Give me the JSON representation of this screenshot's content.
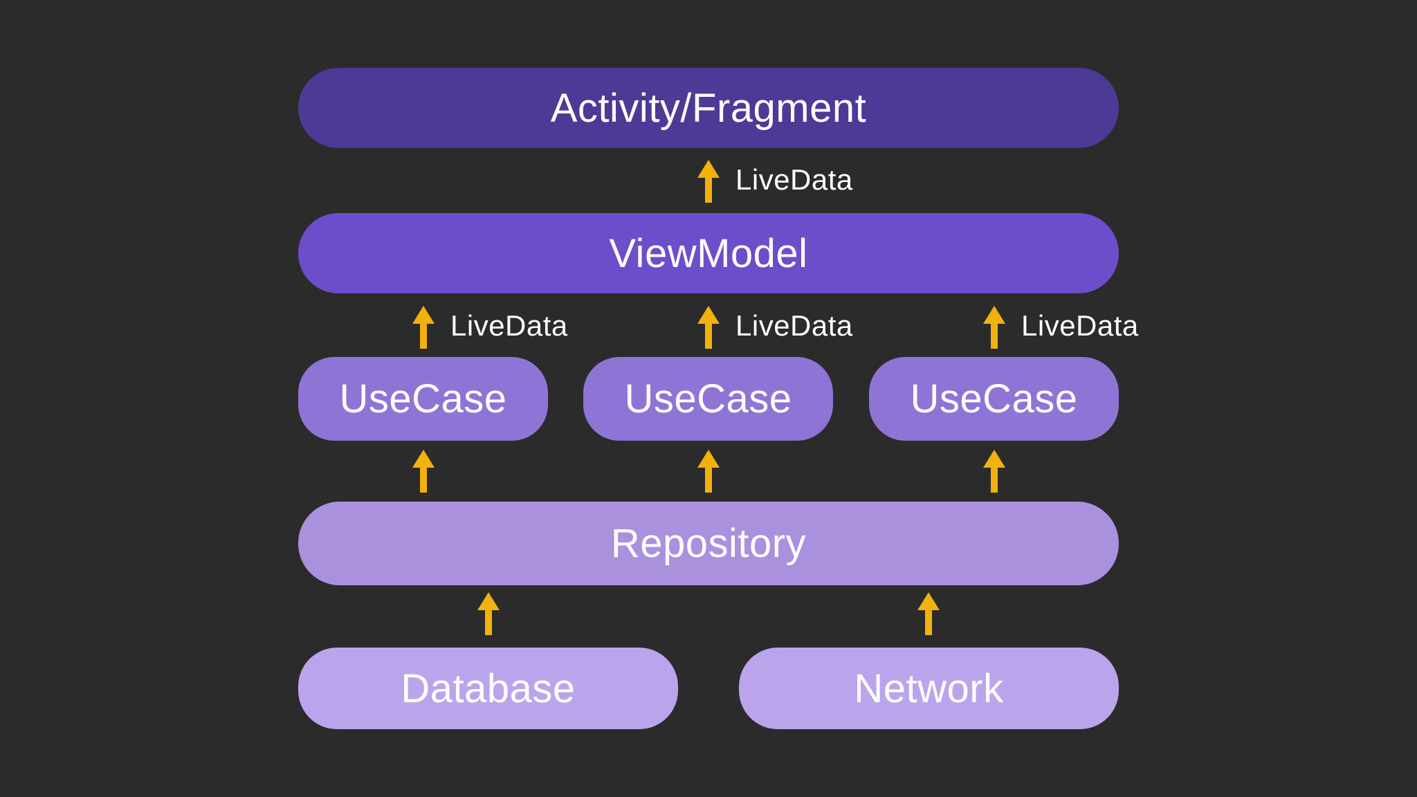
{
  "colors": {
    "background": "#2b2b2c",
    "activity-box": "#4d3a96",
    "viewmodel-box": "#6c4ecb",
    "usecase-box": "#8e75d5",
    "repository-box": "#a991de",
    "datasource-box": "#baa5ec",
    "arrow": "#f2b20d",
    "label-text": "#ffffff"
  },
  "diagram": {
    "activity": {
      "label": "Activity/Fragment"
    },
    "viewmodel": {
      "label": "ViewModel"
    },
    "usecases": [
      {
        "label": "UseCase"
      },
      {
        "label": "UseCase"
      },
      {
        "label": "UseCase"
      }
    ],
    "repository": {
      "label": "Repository"
    },
    "datasources": [
      {
        "label": "Database"
      },
      {
        "label": "Network"
      }
    ],
    "livedata_labels": [
      "LiveData",
      "LiveData",
      "LiveData",
      "LiveData"
    ]
  }
}
